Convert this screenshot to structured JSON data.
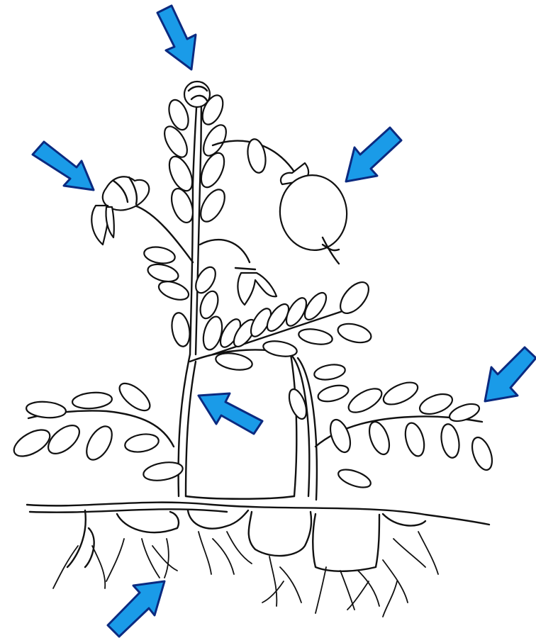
{
  "diagram": {
    "subject": "plant-line-drawing",
    "arrow_fill": "#1a9be8",
    "arrow_stroke": "#0b2a80",
    "line_color": "#111111",
    "background": "#ffffff",
    "arrows": [
      {
        "name": "arrow-to-apical-bud"
      },
      {
        "name": "arrow-to-flower"
      },
      {
        "name": "arrow-to-fruit"
      },
      {
        "name": "arrow-to-compound-leaf"
      },
      {
        "name": "arrow-to-stem"
      },
      {
        "name": "arrow-to-roots"
      }
    ]
  }
}
